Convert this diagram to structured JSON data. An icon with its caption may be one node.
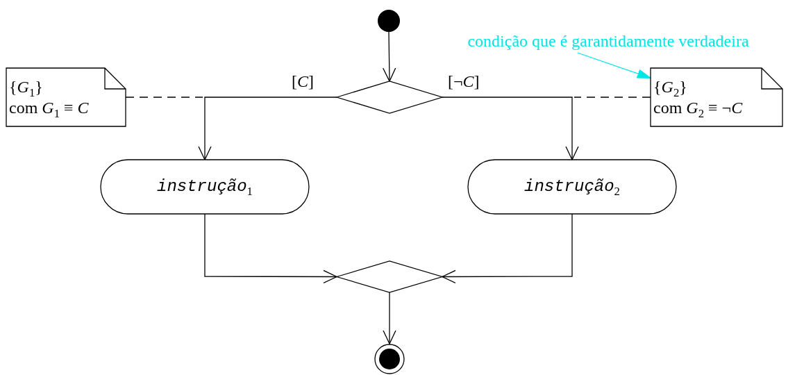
{
  "diagram": {
    "nodes": [
      {
        "text": [],
        "shape": "circle"
      },
      {
        "text": [
          "condição que é garantidamente verdadeira"
        ]
      },
      {
        "text": [
          "{*G*$_{1}$}",
          "com *G*$_{1}$ ≡ *C*"
        ]
      },
      {
        "text": [],
        "shape": "diamond"
      },
      {
        "text": [
          "{*G*$_{2}$}",
          "com *G*$_{2}$ ≡ ¬*C*"
        ]
      },
      {
        "text": [
          "instrução$_{1}$"
        ]
      },
      {
        "text": [
          "instrução$_{2}$"
        ]
      },
      {
        "text": [],
        "shape": "diamond"
      },
      {
        "text": [],
        "shape": "circle"
      }
    ],
    "edges": [
      {
        "from": 0,
        "to": 3,
        "arrow": "to"
      },
      {
        "from": 3,
        "to": 5,
        "arrow": "to",
        "label": "[*C*]"
      },
      {
        "from": 3,
        "to": 6,
        "arrow": "to",
        "label": "[¬*C*]"
      },
      {
        "from": 5,
        "to": 7,
        "arrow": "to"
      },
      {
        "from": 6,
        "to": 7,
        "arrow": "to"
      },
      {
        "from": 7,
        "to": 8,
        "arrow": "to"
      },
      {
        "from": 2,
        "to": null,
        "arrow": "none",
        "style": "dashed"
      },
      {
        "from": 4,
        "to": null,
        "arrow": "none",
        "style": "dashed"
      },
      {
        "from": 1,
        "to": 4,
        "arrow": "to",
        "color": "#00e5e5"
      }
    ]
  }
}
